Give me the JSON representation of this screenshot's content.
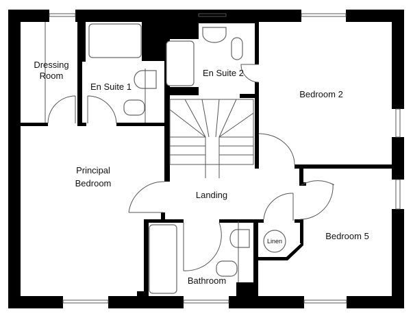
{
  "rooms": {
    "dressing_room": [
      "Dressing",
      "Room"
    ],
    "en_suite_1": "En Suite 1",
    "en_suite_2": "En Suite 2",
    "bedroom_2": "Bedroom 2",
    "principal_bedroom": [
      "Principal",
      "Bedroom"
    ],
    "landing": "Landing",
    "linen": "Linen",
    "bedroom_5": "Bedroom 5",
    "bathroom": "Bathroom"
  }
}
